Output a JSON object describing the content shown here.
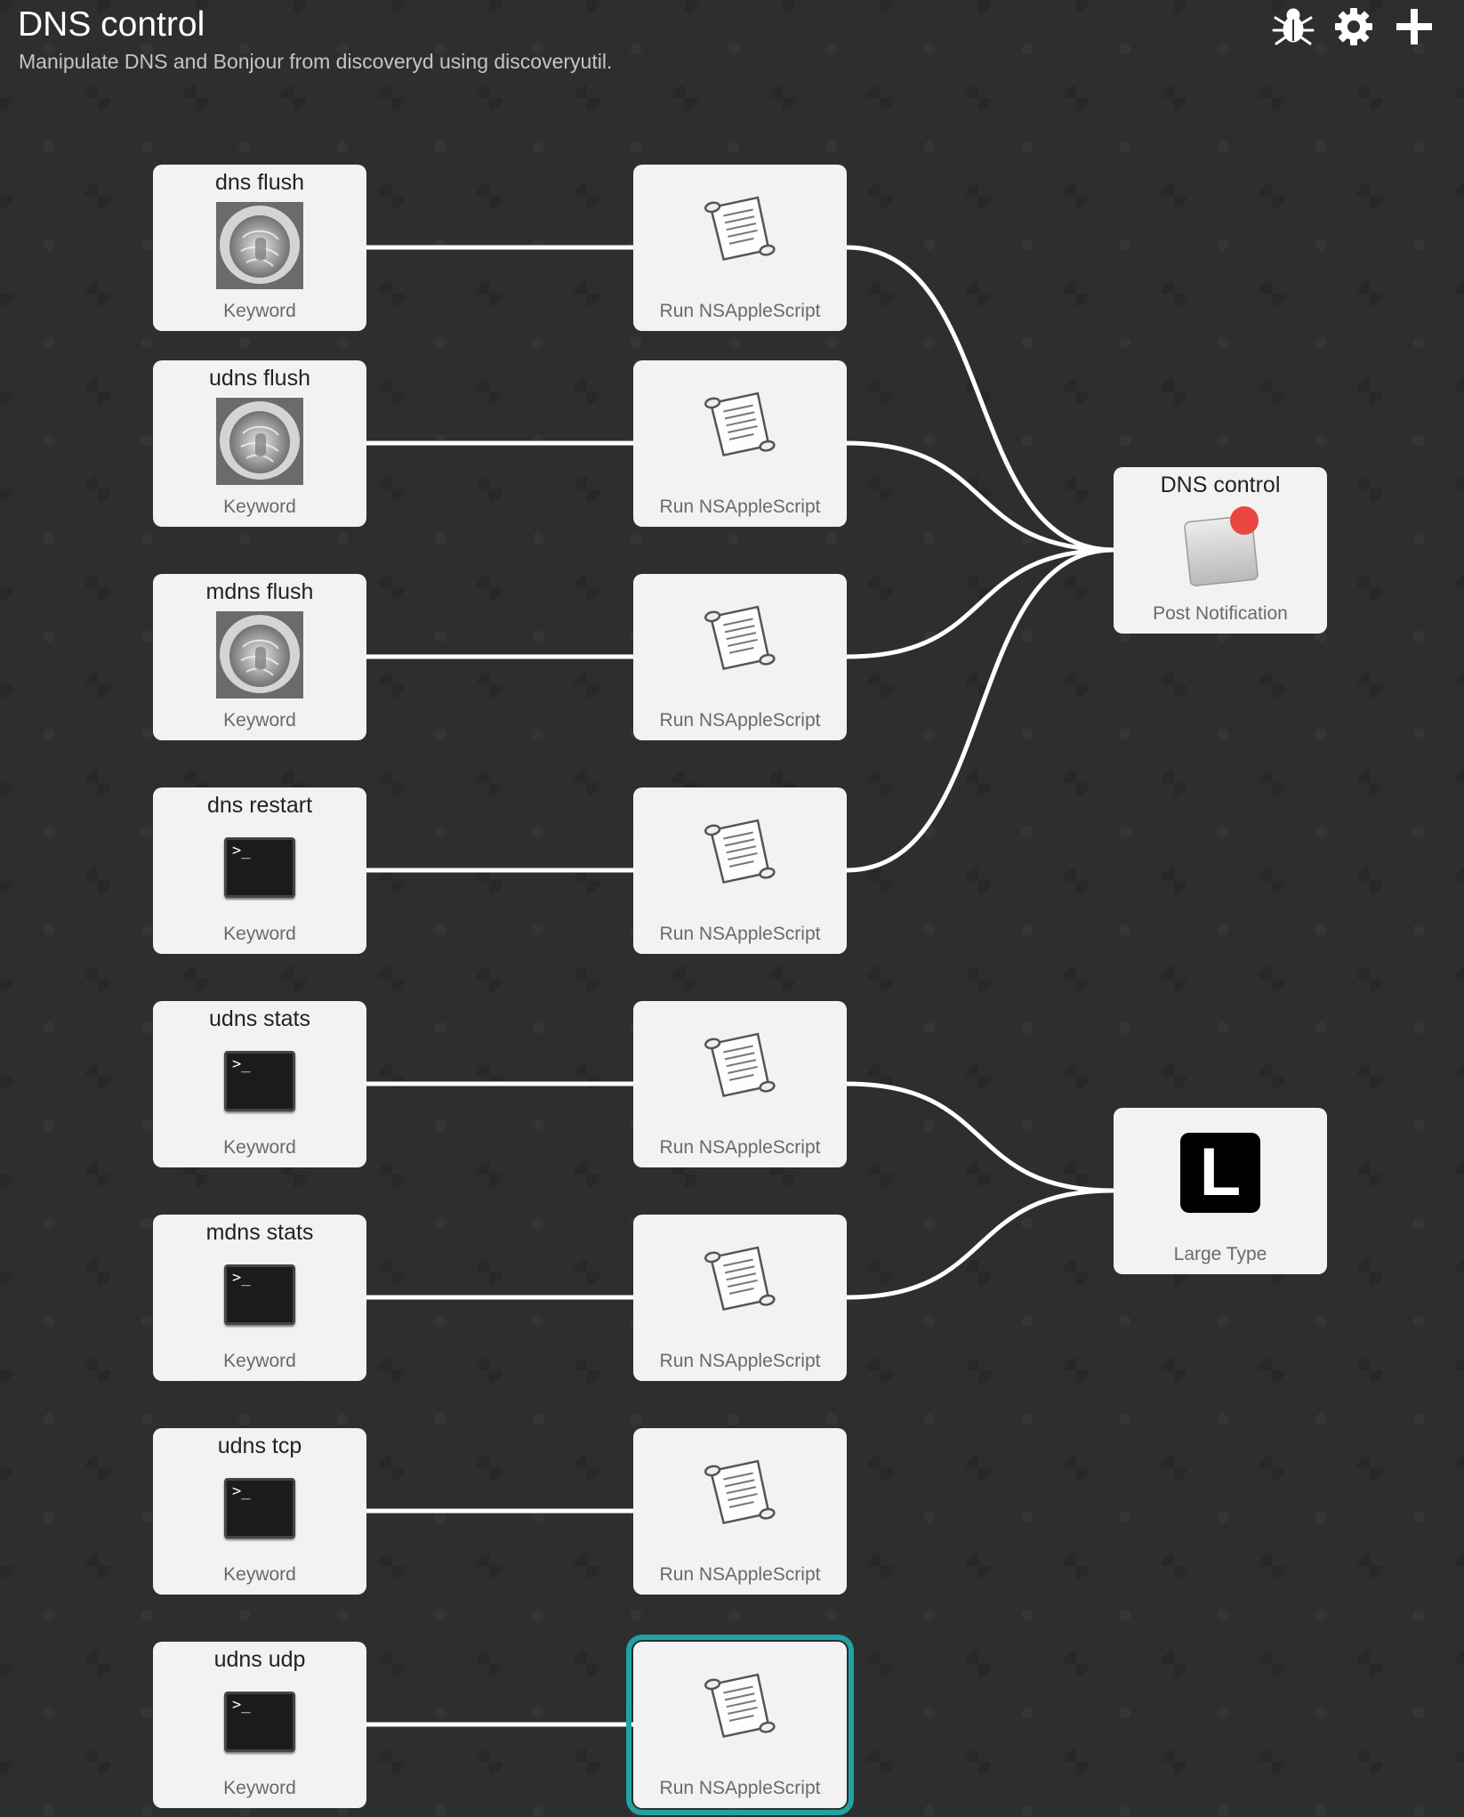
{
  "workflow": {
    "title": "DNS control",
    "description": "Manipulate DNS and Bonjour from discoveryd using discoveryutil."
  },
  "toolbar": {
    "debug_icon": "bug-icon",
    "settings_icon": "gear-icon",
    "add_icon": "plus-icon"
  },
  "colors": {
    "canvas": "#2e2e2e",
    "node": "#f2f2f2",
    "connection": "#ffffff",
    "selection": "#21a3a3",
    "notification_badge": "#e8463f"
  },
  "keywords": [
    {
      "title": "dns flush",
      "label": "Keyword",
      "icon": "toilet-flush-icon"
    },
    {
      "title": "udns flush",
      "label": "Keyword",
      "icon": "toilet-flush-icon"
    },
    {
      "title": "mdns flush",
      "label": "Keyword",
      "icon": "toilet-flush-icon"
    },
    {
      "title": "dns restart",
      "label": "Keyword",
      "icon": "terminal-icon"
    },
    {
      "title": "udns stats",
      "label": "Keyword",
      "icon": "terminal-icon"
    },
    {
      "title": "mdns stats",
      "label": "Keyword",
      "icon": "terminal-icon"
    },
    {
      "title": "udns tcp",
      "label": "Keyword",
      "icon": "terminal-icon"
    },
    {
      "title": "udns udp",
      "label": "Keyword",
      "icon": "terminal-icon"
    }
  ],
  "scripts": [
    {
      "label": "Run NSAppleScript",
      "icon": "script-scroll-icon",
      "output": "notify"
    },
    {
      "label": "Run NSAppleScript",
      "icon": "script-scroll-icon",
      "output": "notify"
    },
    {
      "label": "Run NSAppleScript",
      "icon": "script-scroll-icon",
      "output": "notify"
    },
    {
      "label": "Run NSAppleScript",
      "icon": "script-scroll-icon",
      "output": "notify"
    },
    {
      "label": "Run NSAppleScript",
      "icon": "script-scroll-icon",
      "output": "largetype"
    },
    {
      "label": "Run NSAppleScript",
      "icon": "script-scroll-icon",
      "output": "largetype"
    },
    {
      "label": "Run NSAppleScript",
      "icon": "script-scroll-icon",
      "output": null
    },
    {
      "label": "Run NSAppleScript",
      "icon": "script-scroll-icon",
      "output": null,
      "selected": true
    }
  ],
  "outputs": {
    "notify": {
      "title": "DNS control",
      "label": "Post Notification",
      "icon": "notification-icon"
    },
    "largetype": {
      "label": "Large Type",
      "icon": "large-type-icon",
      "letter": "L"
    }
  },
  "terminal_prompt": ">_"
}
